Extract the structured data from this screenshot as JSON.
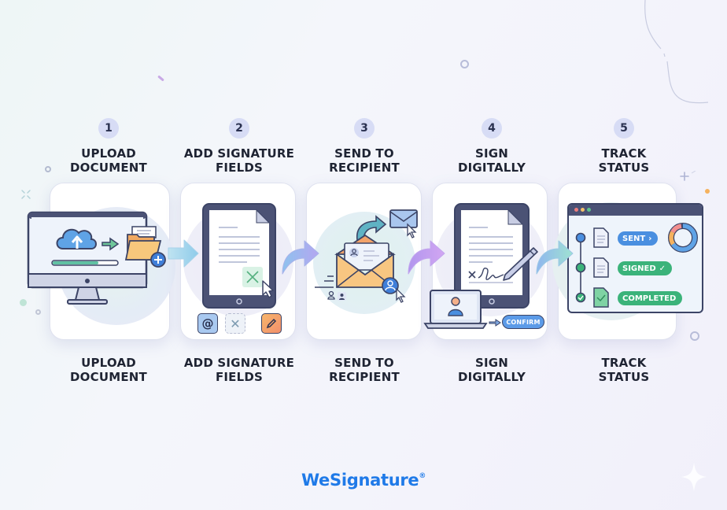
{
  "brand": {
    "name": "WeSignature",
    "mark": "®",
    "color": "#1f7ae8"
  },
  "steps": [
    {
      "number": "1",
      "title_line1": "UPLOAD",
      "title_line2": "DOCUMENT",
      "caption_line1": "UPLOAD",
      "caption_line2": "DOCUMENT",
      "illustration": "monitor-cloud-upload-folder"
    },
    {
      "number": "2",
      "title_line1": "ADD SIGNATURE",
      "title_line2": "FIELDS",
      "caption_line1": "ADD SIGNATURE",
      "caption_line2": "FIELDS",
      "illustration": "tablet-document-signature-field",
      "field_icons": [
        "at-sign-icon",
        "signature-x-icon",
        "pencil-icon"
      ]
    },
    {
      "number": "3",
      "title_line1": "SEND TO",
      "title_line2": "RECIPIENT",
      "caption_line1": "SEND TO",
      "caption_line2": "RECIPIENT",
      "illustration": "envelope-send-recipient"
    },
    {
      "number": "4",
      "title_line1": "SIGN",
      "title_line2": "DIGITALLY",
      "caption_line1": "SIGN",
      "caption_line2": "DIGITALLY",
      "illustration": "tablet-signature-laptop",
      "confirm_label": "CONFIRM"
    },
    {
      "number": "5",
      "title_line1": "TRACK",
      "title_line2": "STATUS",
      "caption_line1": "TRACK",
      "caption_line2": "STATUS",
      "illustration": "status-tracker-window",
      "statuses": [
        {
          "label": "SENT",
          "suffix": "›",
          "color": "#4a8fe0"
        },
        {
          "label": "SIGNED",
          "suffix": "✓",
          "color": "#3bb37a"
        },
        {
          "label": "COMPLETED",
          "suffix": "",
          "color": "#3bb37a"
        }
      ]
    }
  ],
  "colors": {
    "badge_bg": "#d7dcf5",
    "title_text": "#1f2433",
    "card_border": "#dfe2ef",
    "outline": "#3c4466",
    "accent_blue": "#4a8fe0",
    "accent_green": "#3bb37a",
    "accent_orange": "#f5b25e"
  }
}
